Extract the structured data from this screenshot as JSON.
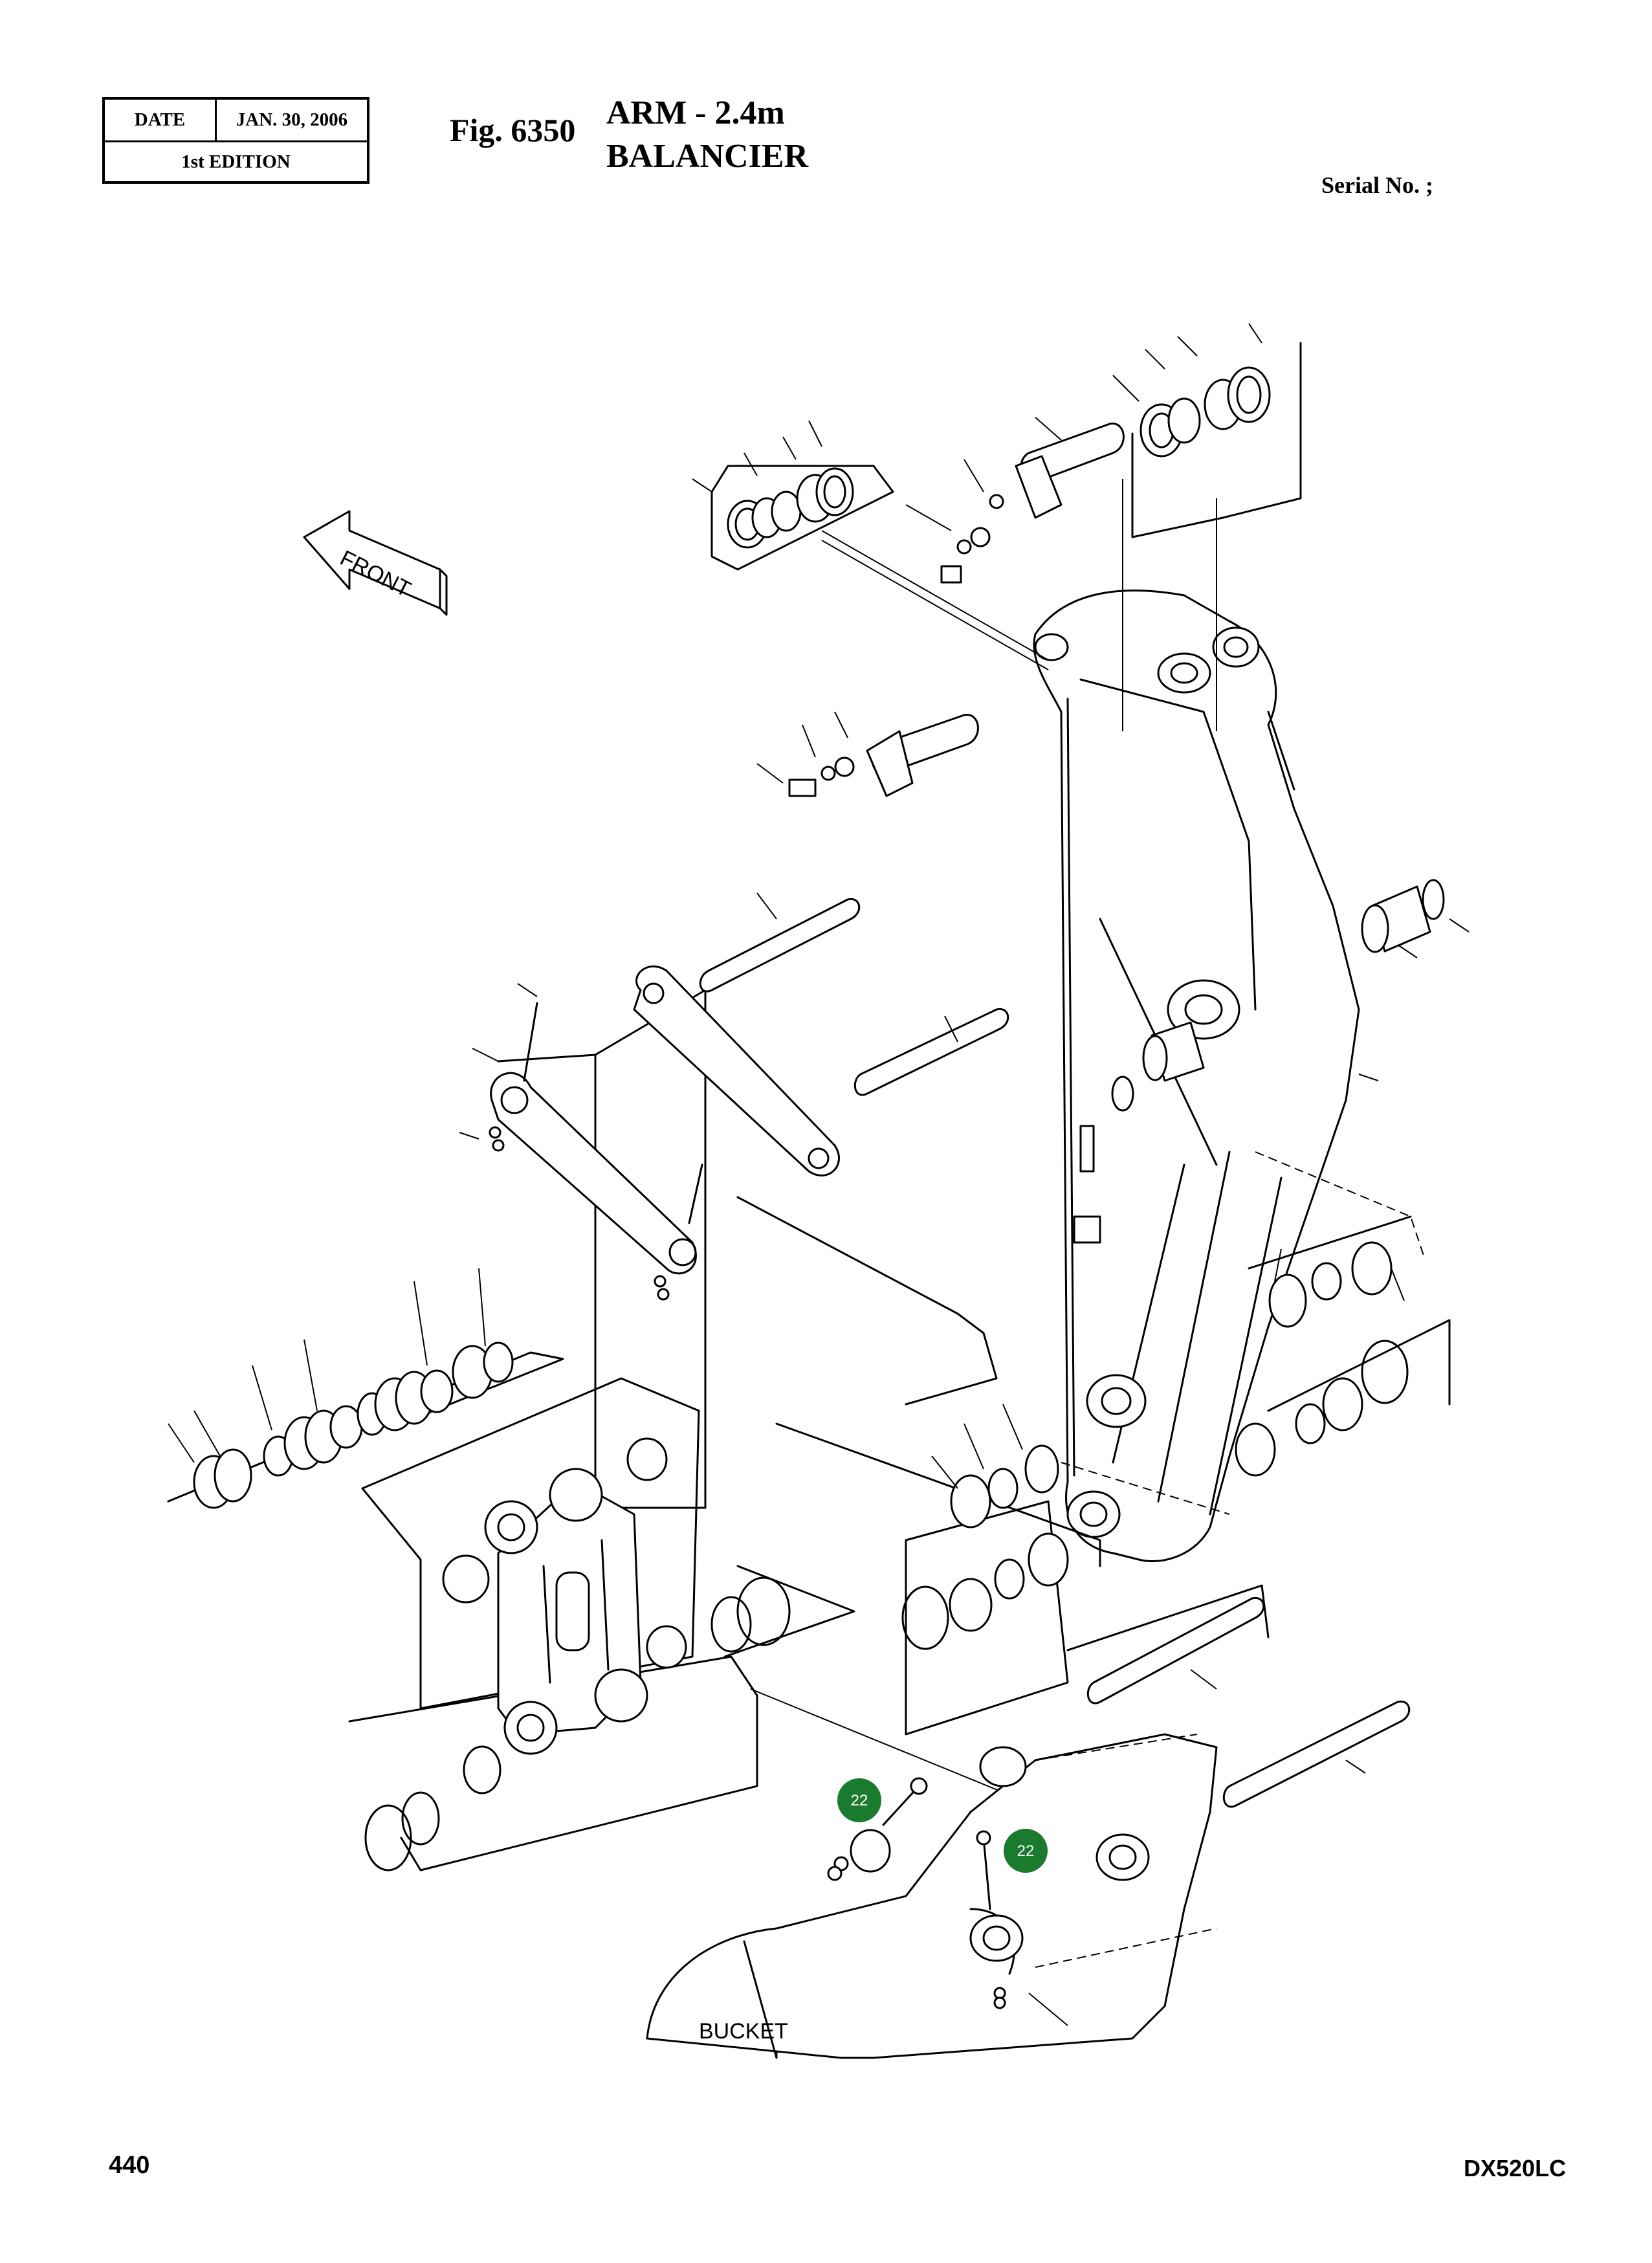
{
  "header": {
    "date_label": "DATE",
    "date_value": "JAN. 30, 2006",
    "edition": "1st EDITION",
    "fig_no": "Fig. 6350",
    "title_line1": "ARM  -  2.4m",
    "title_line2": "BALANCIER",
    "serial": "Serial No. ;"
  },
  "diagram": {
    "front_label": "FRONT",
    "bucket_label": "BUCKET",
    "callouts": [
      {
        "label": "22"
      },
      {
        "label": "22"
      }
    ],
    "callout_color": "#1a7a2e"
  },
  "footer": {
    "page_no": "440",
    "model": "DX520LC"
  }
}
